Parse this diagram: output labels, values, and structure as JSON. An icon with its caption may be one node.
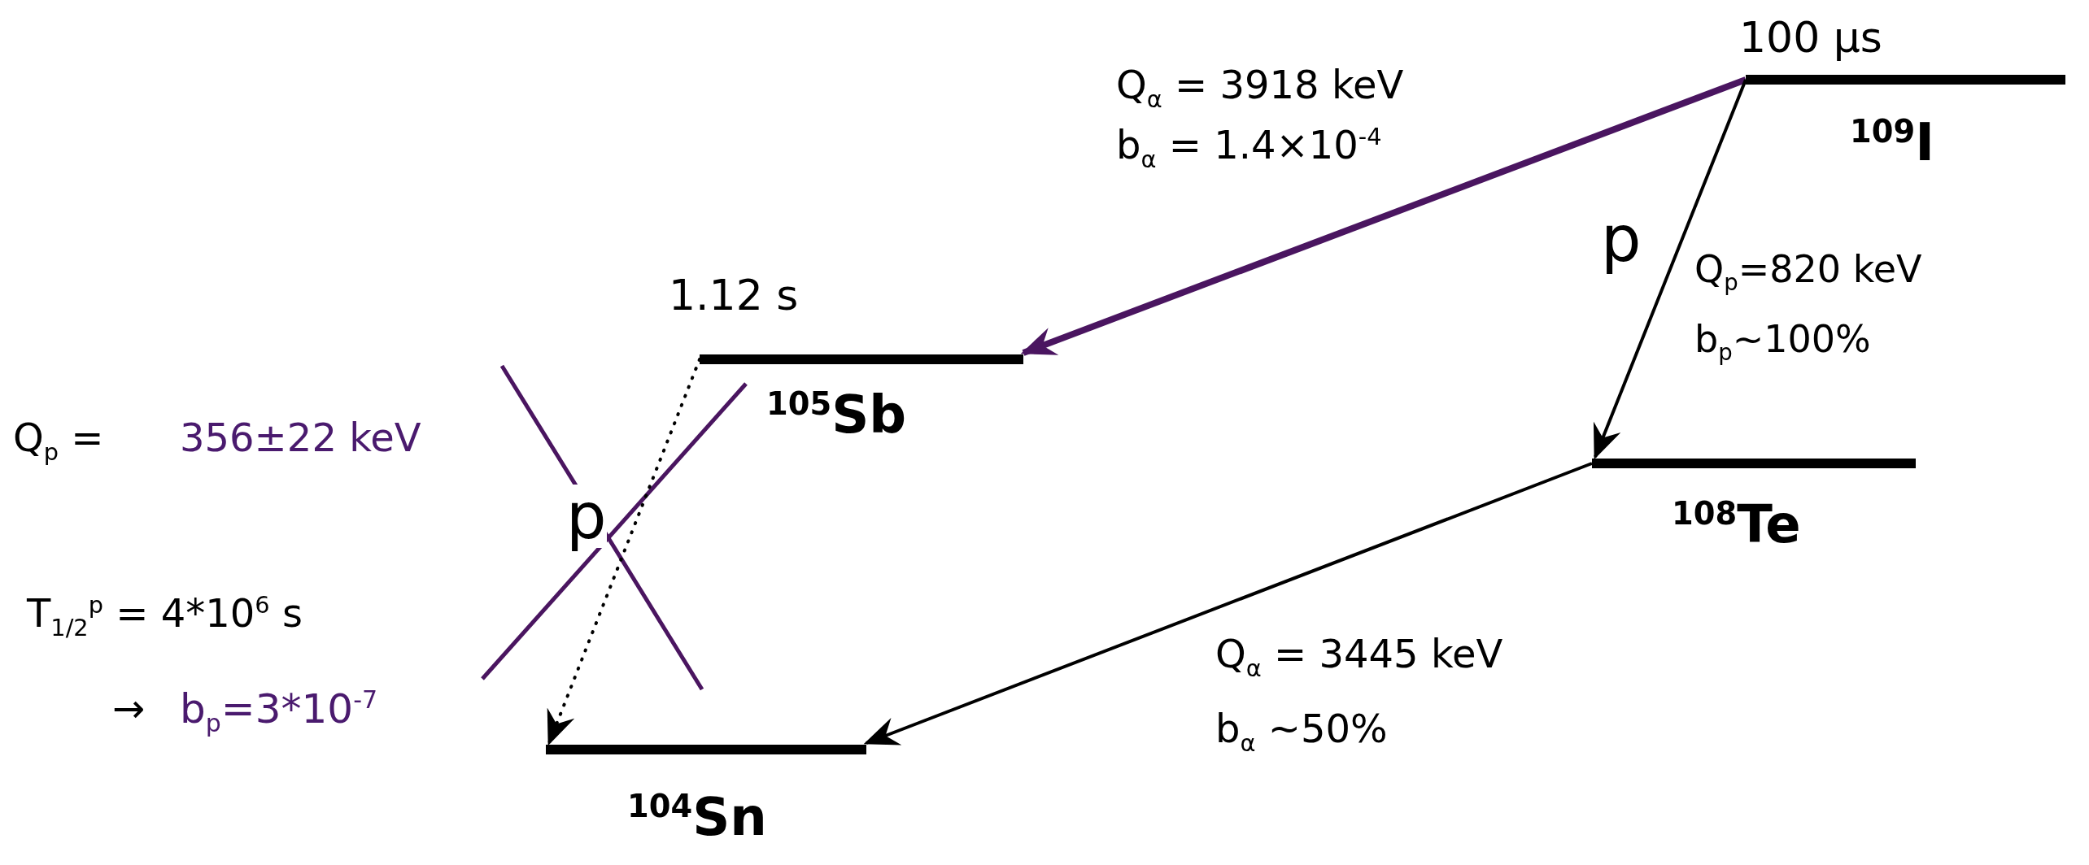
{
  "diagram": {
    "nodes": [
      {
        "text": [
          "100 µs",
          "$^{109}$I"
        ]
      },
      {
        "text": [
          "1.12 s",
          "$^{105}$Sb"
        ]
      },
      {
        "text": [
          "$^{108}$Te"
        ]
      },
      {
        "text": [
          "$^{104}$Sn"
        ]
      }
    ],
    "edges": [
      {
        "from": 0,
        "to": 1,
        "arrow": "to",
        "style": "thick",
        "color": "#4a1560"
      },
      {
        "from": 0,
        "to": 2,
        "arrow": "to",
        "label": "p"
      },
      {
        "from": 2,
        "to": 3,
        "arrow": "to"
      },
      {
        "from": 1,
        "to": 3,
        "arrow": "to",
        "style": "dashed",
        "label": "p"
      }
    ],
    "labels": [
      "Q$_{α}$ = 3918 keV",
      "b$_{α}$ = 1.4×10$^{-4}$",
      "Q$_{p}$=820 keV",
      "b$_{p}$~100%",
      "Q$_{p}$ =",
      "356±22 keV",
      "T$_{1/2}$$^{p}$ = 4*10$^{6}$ s",
      "→",
      "b$_{p}$=3*10$^{-7}$",
      "Q$_{α}$ = 3445 keV",
      "b$_{α}$  ~50%"
    ]
  }
}
